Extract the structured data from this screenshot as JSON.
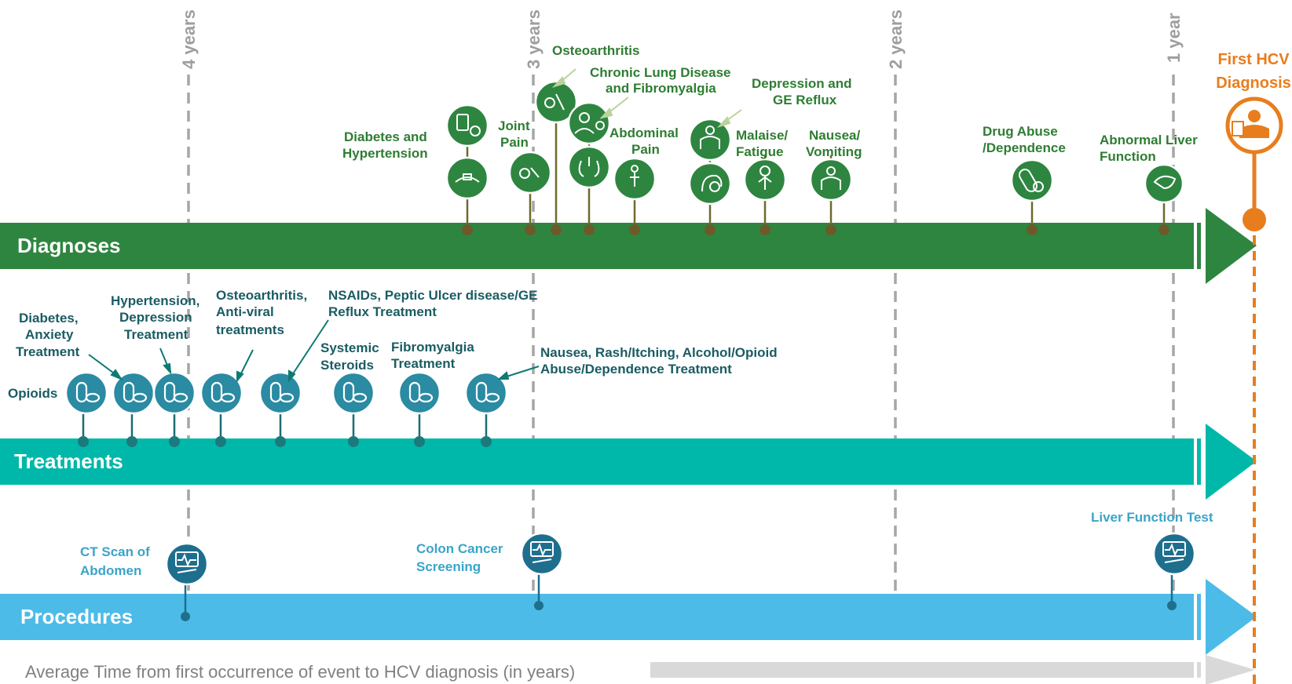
{
  "bands": {
    "diagnoses": {
      "label": "Diagnoses",
      "color": "#2e8540"
    },
    "treatments": {
      "label": "Treatments",
      "color": "#00b8a9"
    },
    "procedures": {
      "label": "Procedures",
      "color": "#4cbbe8"
    }
  },
  "years": [
    "4 years",
    "3 years",
    "2 years",
    "1 year"
  ],
  "hcv": {
    "line1": "First HCV",
    "line2": "Diagnosis",
    "color": "#e87d1e"
  },
  "axis_caption": "Average Time from first occurrence of event to HCV diagnosis (in years)",
  "diagnoses": {
    "diabetes_hypertension": [
      "Diabetes and",
      "Hypertension"
    ],
    "joint_pain": [
      "Joint",
      "Pain"
    ],
    "osteoarthritis": [
      "Osteoarthritis"
    ],
    "lung_fibromyalgia": [
      "Chronic Lung Disease",
      "and Fibromyalgia"
    ],
    "abdominal_pain": [
      "Abdominal",
      "Pain"
    ],
    "depression_ge": [
      "Depression and",
      "GE Reflux"
    ],
    "malaise": [
      "Malaise/",
      "Fatigue"
    ],
    "nausea": [
      "Nausea/",
      "Vomiting"
    ],
    "drug_abuse": [
      "Drug Abuse",
      "/Dependence"
    ],
    "liver": [
      "Abnormal Liver",
      "Function"
    ]
  },
  "treatments": {
    "opioids": [
      "Opioids"
    ],
    "diabetes_anxiety": [
      "Diabetes,",
      "Anxiety",
      "Treatment"
    ],
    "hypertension_depression": [
      "Hypertension,",
      "Depression",
      "Treatment"
    ],
    "osteo_antiviral": [
      "Osteoarthritis,",
      "Anti-viral",
      "treatments"
    ],
    "nsaids": [
      "NSAIDs, Peptic Ulcer disease/GE",
      "Reflux Treatment"
    ],
    "steroids": [
      "Systemic",
      "Steroids"
    ],
    "fibromyalgia": [
      "Fibromyalgia",
      "Treatment"
    ],
    "nausea_rash": [
      "Nausea, Rash/Itching, Alcohol/Opioid",
      "Abuse/Dependence Treatment"
    ]
  },
  "procedures": {
    "ct_scan": [
      "CT Scan of",
      "Abdomen"
    ],
    "colon": [
      "Colon Cancer",
      "Screening"
    ],
    "liver_test": [
      "Liver Function Test"
    ]
  }
}
